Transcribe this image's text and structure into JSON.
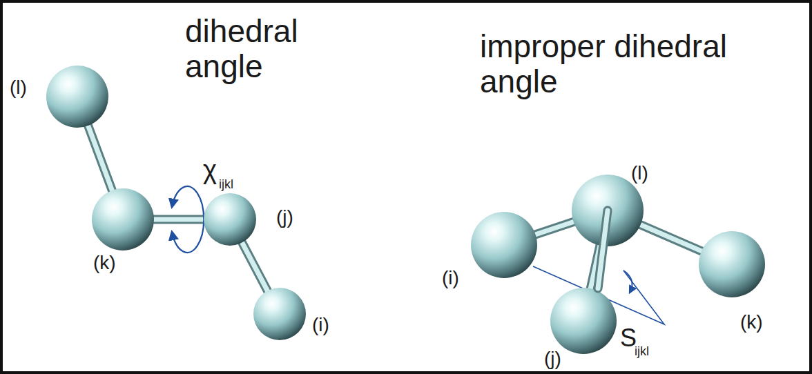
{
  "diagram": {
    "labels": [
      "dihedral angle",
      "χ",
      "ijkl",
      "(l)",
      "(j)",
      "(k)",
      "(i)",
      "improper dihedral angle",
      "(l)",
      "(i)",
      "(k)",
      "(j)",
      "S",
      "ijkl"
    ]
  }
}
